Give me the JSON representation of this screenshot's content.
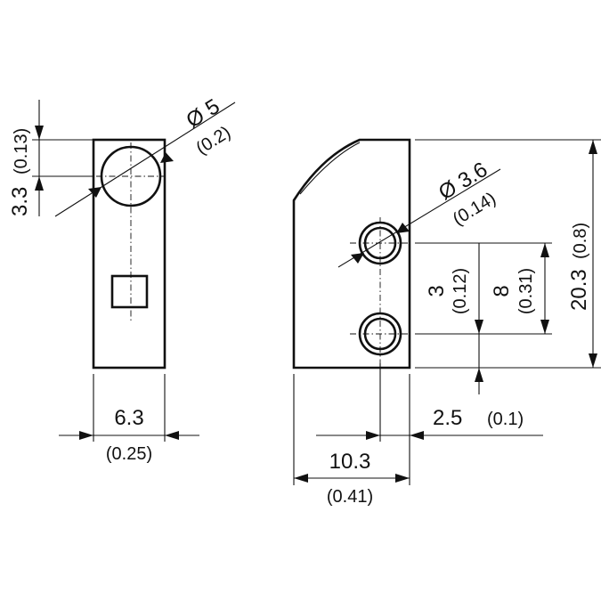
{
  "left_view": {
    "hole_diameter": "Ø 5",
    "hole_diameter_in": "(0.2)",
    "hole_offset": "3.3",
    "hole_offset_in": "(0.13)",
    "width": "6.3",
    "width_in": "(0.25)"
  },
  "right_view": {
    "hole_diameter": "Ø 3.6",
    "hole_diameter_in": "(0.14)",
    "hole_spacing": "3",
    "hole_spacing_in": "(0.12)",
    "lower_hole_height": "8",
    "lower_hole_height_in": "(0.31)",
    "height": "20.3",
    "height_in": "(0.8)",
    "hole_edge_offset": "2.5",
    "hole_edge_offset_in": "(0.1)",
    "width": "10.3",
    "width_in": "(0.41)"
  }
}
